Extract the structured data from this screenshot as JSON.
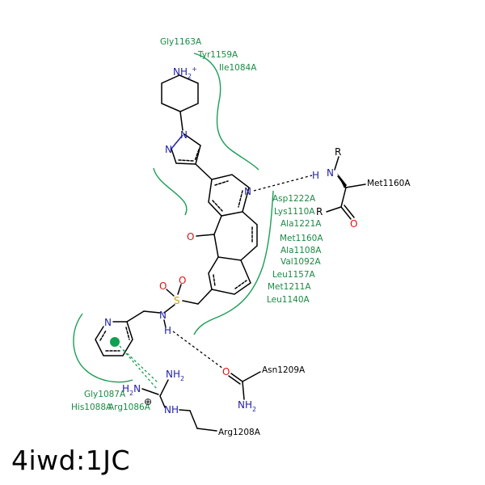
{
  "title": "4iwd:1JC",
  "residues_top": [
    "Gly1163A",
    "Tyr1159A",
    "Ile1084A"
  ],
  "residues_right": [
    "Asp1222A",
    "Lys1110A",
    "Ala1221A",
    "Met1160A",
    "Ala1108A",
    "Val1092A",
    "Leu1157A",
    "Met1211A",
    "Leu1140A"
  ],
  "residues_bottom_left": [
    "Gly1087A",
    "His1088A",
    "Arg1086A"
  ],
  "bonded_residues": [
    "Met1160A",
    "Asn1209A",
    "Arg1208A"
  ],
  "atoms": {
    "nh2_plus": "NH",
    "N": "N",
    "H": "H",
    "O": "O",
    "S": "S",
    "R": "R",
    "H2N": "H",
    "NH2": "NH",
    "NH": "NH",
    "two": "2",
    "plus": "+",
    "cation": "⊕"
  },
  "colors": {
    "residue_green": "#1a8a45",
    "nitrogen_blue": "#1f1fa8",
    "oxygen_red": "#e01010",
    "sulfur_yellow": "#c8a000",
    "pi_dot_green": "#0fa050"
  }
}
